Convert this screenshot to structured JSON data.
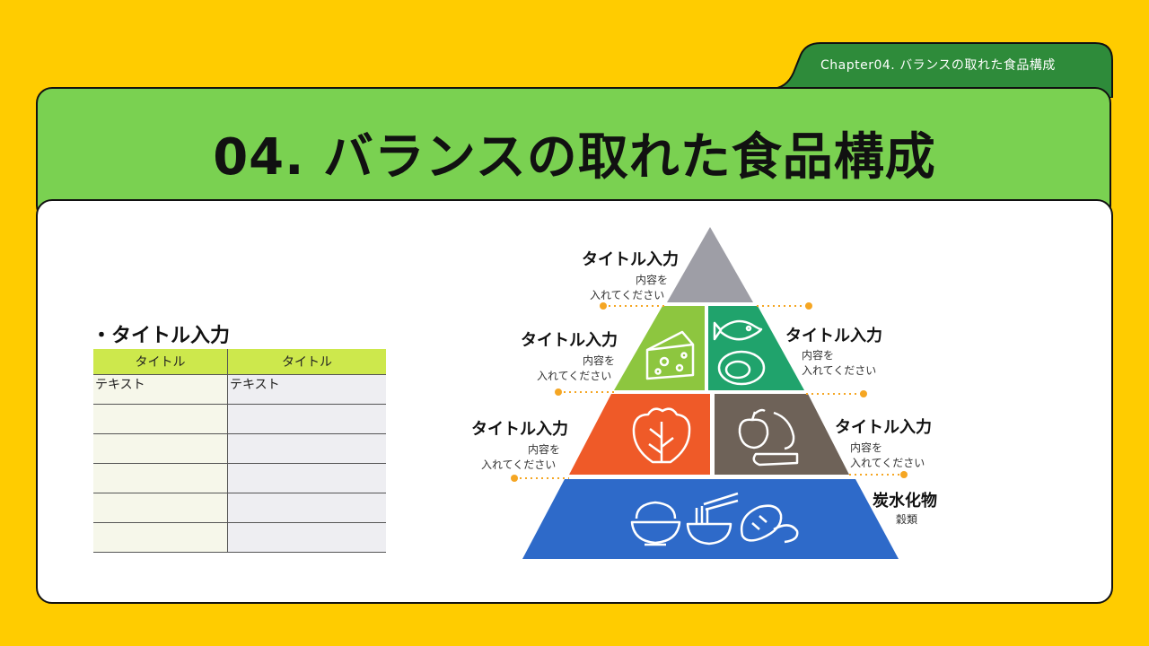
{
  "chapter": "Chapter04. バランスの取れた食品構成",
  "title": "04. バランスの取れた食品構成",
  "bullet_title": "・タイトル入力",
  "table": {
    "headers": [
      "タイトル",
      "タイトル"
    ],
    "rows": [
      [
        "テキスト",
        "テキスト"
      ],
      [
        "",
        ""
      ],
      [
        "",
        ""
      ],
      [
        "",
        ""
      ],
      [
        "",
        ""
      ],
      [
        "",
        ""
      ]
    ]
  },
  "pyramid": {
    "top": {
      "title": "タイトル入力",
      "text1": "内容を",
      "text2": "入れてください"
    },
    "left2": {
      "title": "タイトル入力",
      "text1": "内容を",
      "text2": "入れてください"
    },
    "right2": {
      "title": "タイトル入力",
      "text1": "内容を",
      "text2": "入れてください"
    },
    "left3": {
      "title": "タイトル入力",
      "text1": "内容を",
      "text2": "入れてください"
    },
    "right3": {
      "title": "タイトル入力",
      "text1": "内容を",
      "text2": "入れてください"
    },
    "base": {
      "title": "炭水化物",
      "text1": "穀類"
    }
  },
  "colors": {
    "top": "#9E9EA6",
    "dairy": "#8DC63F",
    "protein": "#20A36C",
    "vegetable": "#EF5A28",
    "fruit": "#6E6258",
    "grain": "#2E6AC9",
    "dot": "#F5A623"
  }
}
